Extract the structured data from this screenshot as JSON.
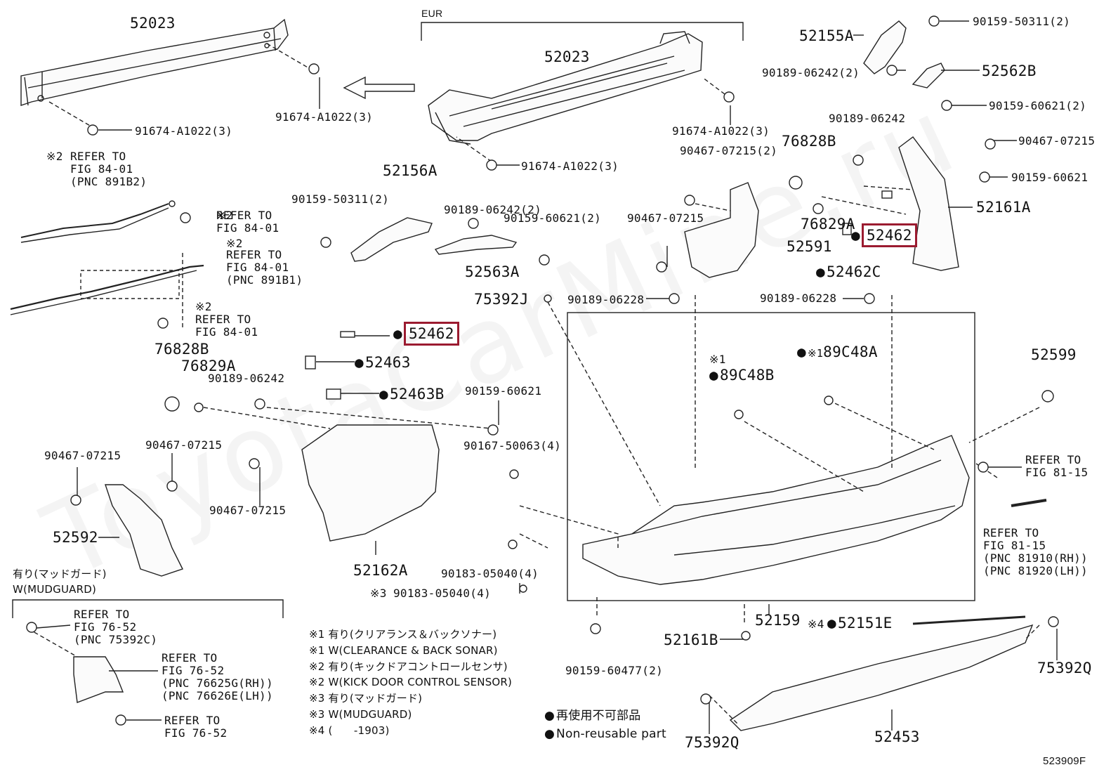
{
  "watermark": "ToyotaCarMine.ru",
  "section_eur": "EUR",
  "labels": {
    "p52023_l": "52023",
    "p52023_r": "52023",
    "p91674_a": "91674-A1022(3)",
    "p91674_b": "91674-A1022(3)",
    "p91674_c": "91674-A1022(3)",
    "p91674_d": "91674-A1022(3)",
    "p52155a": "52155A",
    "p90159_50311_a": "90159-50311(2)",
    "p90189_06242_2a": "90189-06242(2)",
    "p52562b": "52562B",
    "p90159_60621_2a": "90159-60621(2)",
    "p90189_06242_a": "90189-06242",
    "p90467_07215_a": "90467-07215",
    "p76828b_r": "76828B",
    "p90159_60621_a": "90159-60621",
    "p90467_07215_2": "90467-07215(2)",
    "p52161a": "52161A",
    "p76829a_r": "76829A",
    "p52462_hl_r": "52462",
    "p90467_07215_b": "90467-07215",
    "p52591": "52591",
    "p52462c": "52462C",
    "p90189_06228_a": "90189-06228",
    "p90189_06228_b": "90189-06228",
    "p75392j": "75392J",
    "p52156a": "52156A",
    "p90159_50311_b": "90159-50311(2)",
    "p90189_06242_2b": "90189-06242(2)",
    "p90159_60621_2b": "90159-60621(2)",
    "p52563a": "52563A",
    "p52462_hl_c": "52462",
    "p52463": "52463",
    "p52463b": "52463B",
    "p90159_60621_b": "90159-60621",
    "p90167_50063": "90167-50063(4)",
    "p89c48a": "89C48A",
    "p89c48b": "89C48B",
    "p52599": "52599",
    "p76828b_l": "76828B",
    "p76829a_l": "76829A",
    "p90189_06242_b": "90189-06242",
    "p90467_07215_c": "90467-07215",
    "p90467_07215_d": "90467-07215",
    "p90467_07215_e": "90467-07215",
    "p52592": "52592",
    "p52162a": "52162A",
    "p90183_05040_4a": "90183-05040(4)",
    "p90183_05040_4b": "90183-05040(4)",
    "p52159": "52159",
    "p52151e": "52151E",
    "p52161b": "52161B",
    "p90159_60477": "90159-60477(2)",
    "p75392q_r": "75392Q",
    "p75392q_l": "75392Q",
    "p52453": "52453",
    "mark_1": "※1",
    "mark_2": "※2",
    "mark_3": "※3",
    "mark_4": "※4",
    "footer_code": "523909F"
  },
  "refer_blocks": {
    "r1": [
      "REFER TO",
      "FIG 84-01",
      "(PNC 891B2)"
    ],
    "r2": [
      "REFER TO",
      "FIG 84-01"
    ],
    "r3": [
      "REFER TO",
      "FIG 84-01",
      "(PNC 891B1)"
    ],
    "r4": [
      "REFER TO",
      "FIG 84-01"
    ],
    "r5": [
      "REFER TO",
      "FIG 81-15"
    ],
    "r6": [
      "REFER TO",
      "FIG 81-15",
      "(PNC 81910(RH))",
      "(PNC 81920(LH))"
    ],
    "r7": [
      "REFER TO",
      "FIG 76-52",
      "(PNC 75392C)"
    ],
    "r8": [
      "REFER TO",
      "FIG 76-52",
      "(PNC 76625G(RH))",
      "(PNC 76626E(LH))"
    ],
    "r9": [
      "REFER TO",
      "FIG 76-52"
    ]
  },
  "mudguard": {
    "jp": "有り(マッドガード)",
    "en": "W(MUDGUARD)"
  },
  "notes": [
    "※1 有り(クリアランス＆バックソナー)",
    "※1 W(CLEARANCE & BACK SONAR)",
    "※2 有り(キックドアコントロールセンサ)",
    "※2 W(KICK DOOR CONTROL SENSOR)",
    "※3 有り(マッドガード)",
    "※3 W(MUDGUARD)",
    "※4 (　　-1903)"
  ],
  "legend": {
    "jp": "再使用不可部品",
    "en": "Non-reusable part"
  }
}
